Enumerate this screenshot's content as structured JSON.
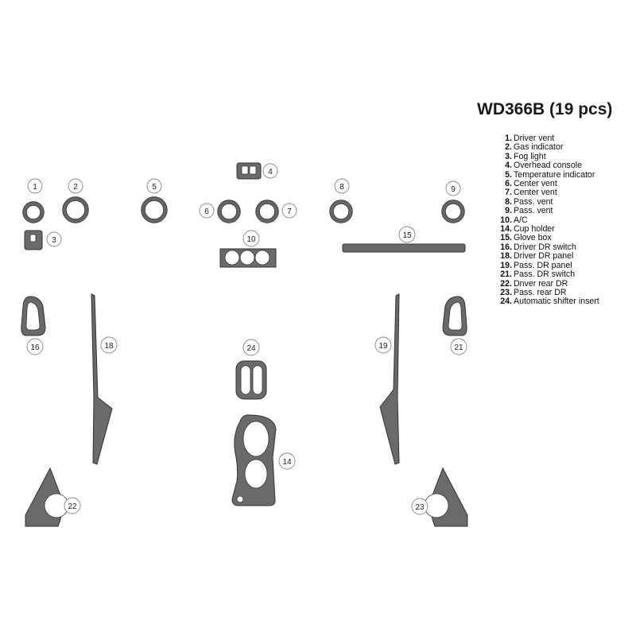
{
  "title": "WD366B (19 pcs)",
  "legend": [
    {
      "num": "1.",
      "label": "Driver vent"
    },
    {
      "num": "2.",
      "label": "Gas indicator"
    },
    {
      "num": "3.",
      "label": "Fog light"
    },
    {
      "num": "4.",
      "label": "Overhead console"
    },
    {
      "num": "5.",
      "label": "Temperature indicator"
    },
    {
      "num": "6.",
      "label": "Center  vent"
    },
    {
      "num": "7.",
      "label": "Center  vent"
    },
    {
      "num": "8.",
      "label": "Pass. vent"
    },
    {
      "num": "9.",
      "label": "Pass. vent"
    },
    {
      "num": "10.",
      "label": "A/C"
    },
    {
      "num": "14.",
      "label": "Cup holder"
    },
    {
      "num": "15.",
      "label": "Glove box"
    },
    {
      "num": "16.",
      "label": "Driver DR switch"
    },
    {
      "num": "18.",
      "label": "Driver DR panel"
    },
    {
      "num": "19.",
      "label": "Pass. DR panel"
    },
    {
      "num": "21.",
      "label": "Pass. DR switch"
    },
    {
      "num": "22.",
      "label": "Dnver rear DR"
    },
    {
      "num": "23.",
      "label": "Pass. rear DR"
    },
    {
      "num": "24.",
      "label": "Automatic shifter insert"
    }
  ],
  "callouts": {
    "c1": "1",
    "c2": "2",
    "c3": "3",
    "c4": "4",
    "c5": "5",
    "c6": "6",
    "c7": "7",
    "c8": "8",
    "c9": "9",
    "c10": "10",
    "c14": "14",
    "c15": "15",
    "c16": "16",
    "c18": "18",
    "c19": "19",
    "c21": "21",
    "c22": "22",
    "c23": "23",
    "c24": "24"
  },
  "colors": {
    "piece_fill": "#6a6a6a",
    "outline": "#333333",
    "callout_stroke": "#888888"
  }
}
